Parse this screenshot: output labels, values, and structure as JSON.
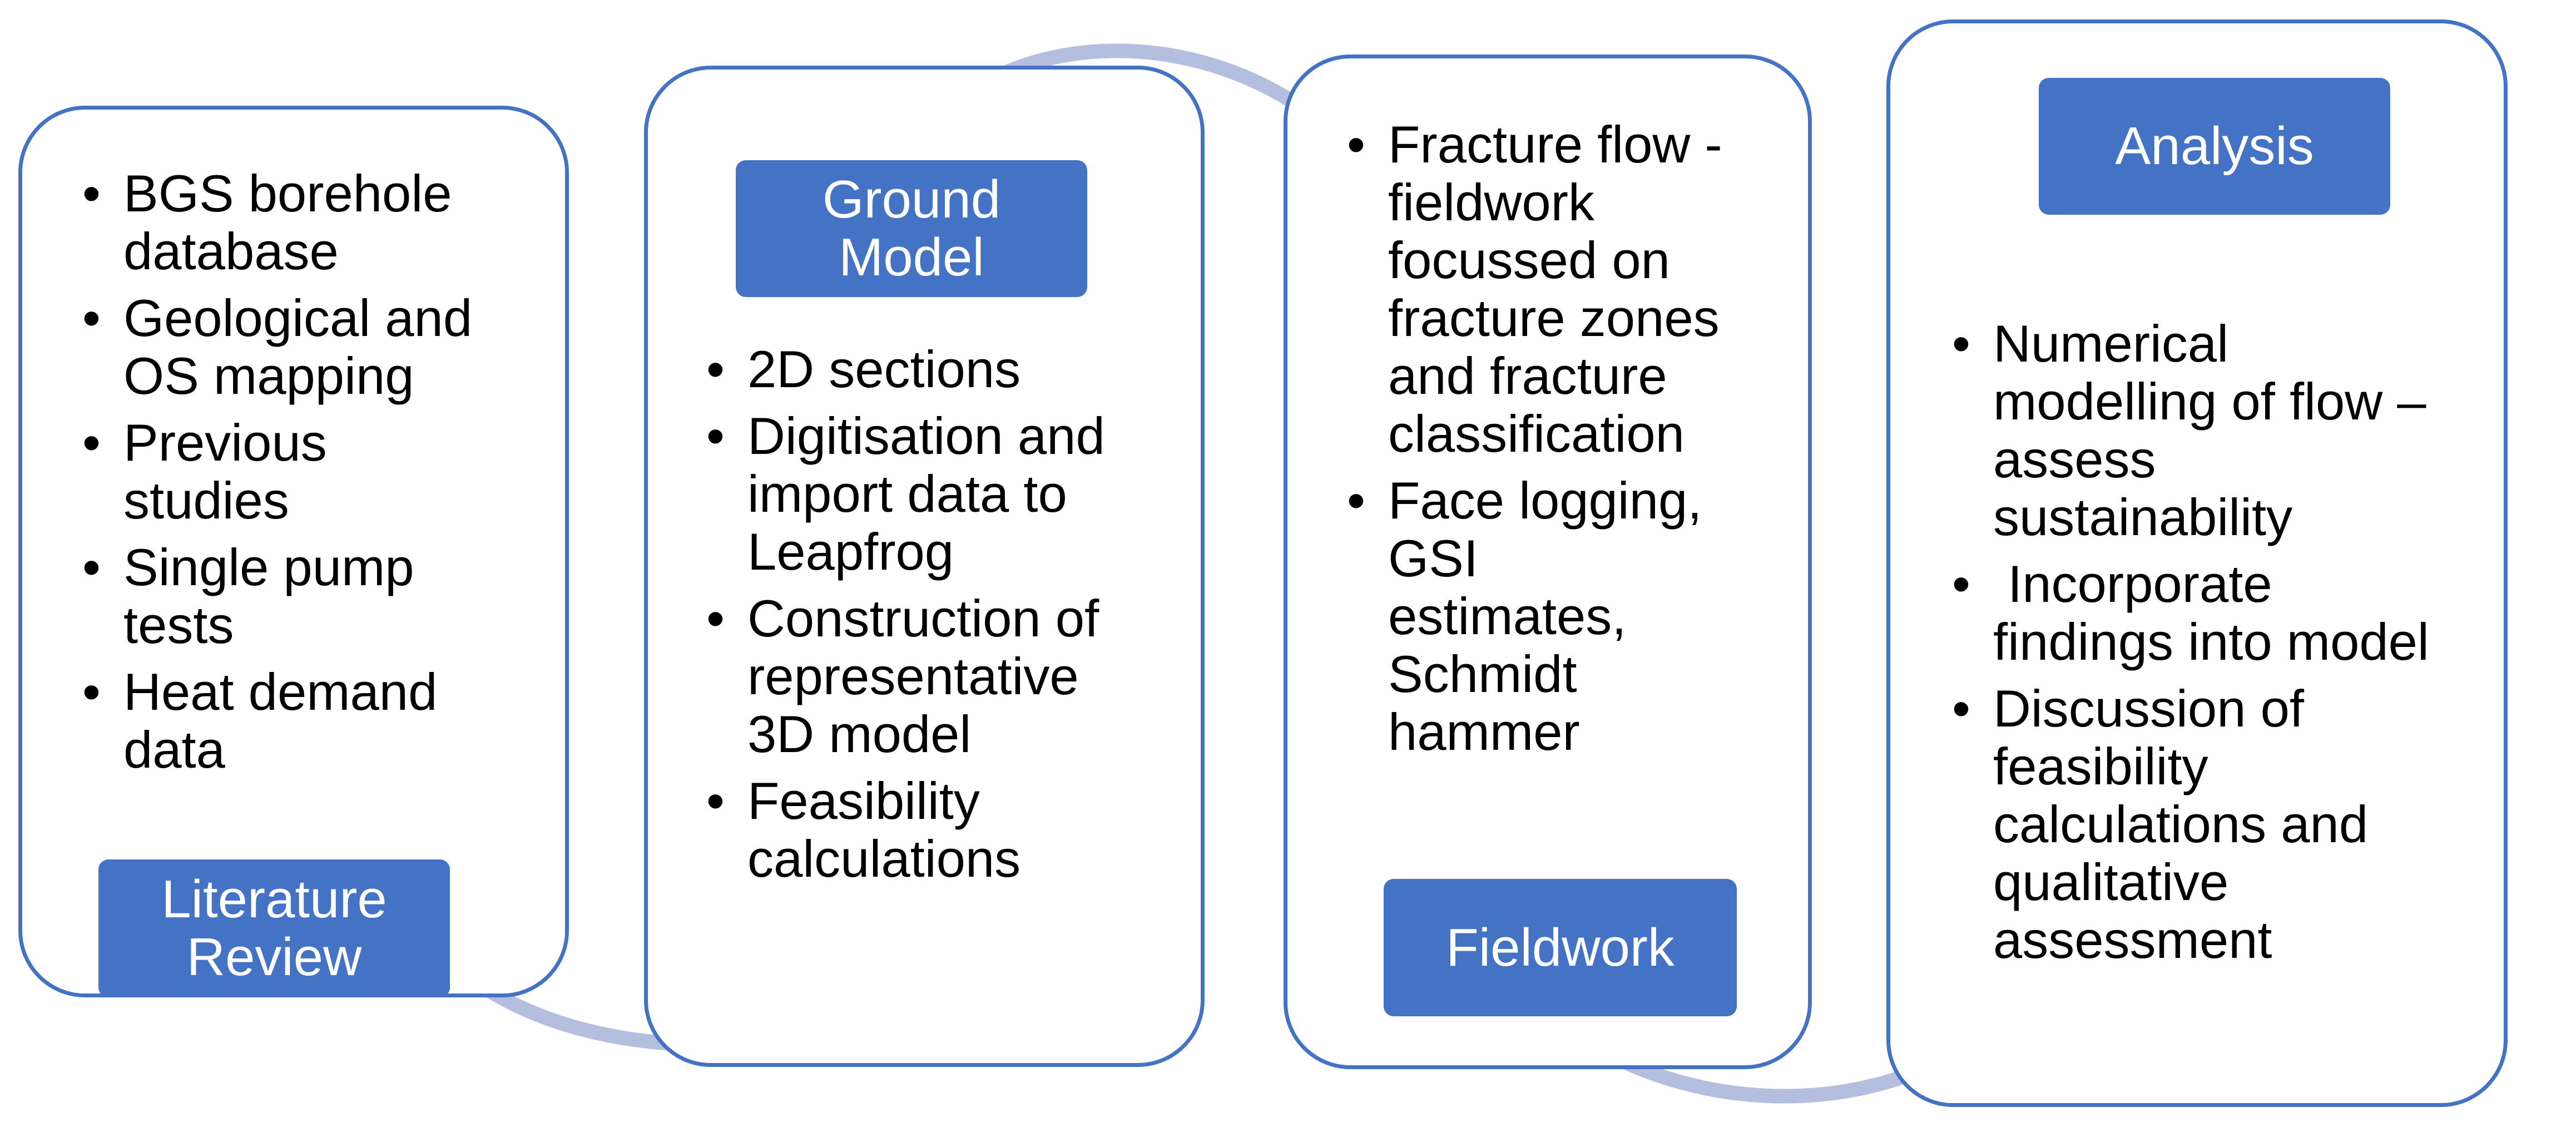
{
  "stages": [
    {
      "id": "literature-review",
      "label": "Literature\nReview",
      "items": [
        "BGS borehole\ndatabase",
        "Geological and\nOS mapping",
        "Previous\nstudies",
        "Single pump\ntests",
        "Heat demand\ndata"
      ]
    },
    {
      "id": "ground-model",
      "label": "Ground\nModel",
      "items": [
        "2D sections",
        "Digitisation and\nimport data to\nLeapfrog",
        "Construction of\nrepresentative\n3D model",
        "Feasibility\ncalculations"
      ]
    },
    {
      "id": "fieldwork",
      "label": "Fieldwork",
      "items": [
        "Fracture flow -\nfieldwork\nfocussed on\nfracture zones\nand fracture\nclassification",
        "Face logging,\nGSI\nestimates,\nSchmidt\nhammer"
      ]
    },
    {
      "id": "analysis",
      "label": "Analysis",
      "items": [
        "Numerical\nmodelling of flow –\nassess\nsustainability",
        " Incorporate\nfindings into model",
        "Discussion of\nfeasibility\ncalculations and\nqualitative\nassessment"
      ]
    }
  ],
  "colors": {
    "stage_border": "#4472c4",
    "label_fill": "#4472c4",
    "label_text": "#ffffff",
    "connector": "#b4bfe0"
  }
}
